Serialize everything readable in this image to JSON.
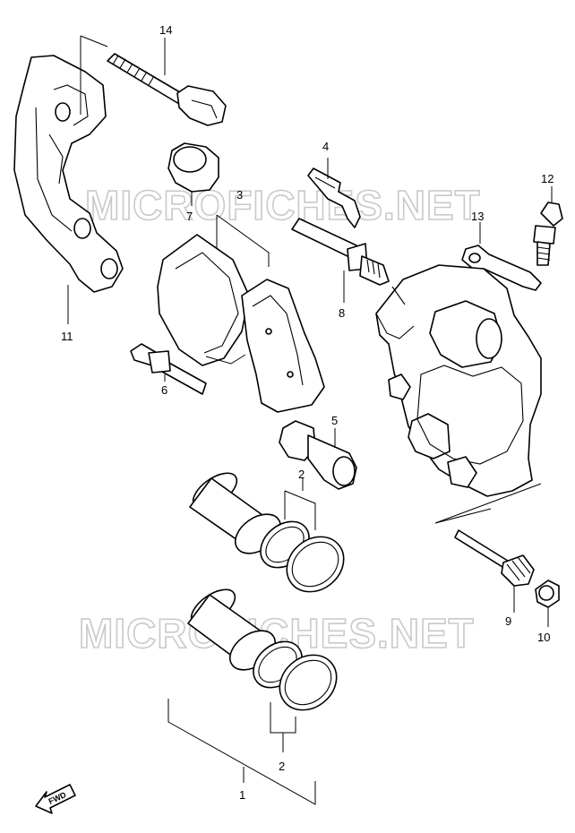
{
  "watermark": "MICROFICHES.NET",
  "fwd_label": "FWD",
  "callouts": {
    "p1": "1",
    "p2a": "2",
    "p2b": "2",
    "p3": "3",
    "p4": "4",
    "p5": "5",
    "p6": "6",
    "p7": "7",
    "p8": "8",
    "p9": "9",
    "p10": "10",
    "p11": "11",
    "p12": "12",
    "p13": "13",
    "p14": "14"
  }
}
